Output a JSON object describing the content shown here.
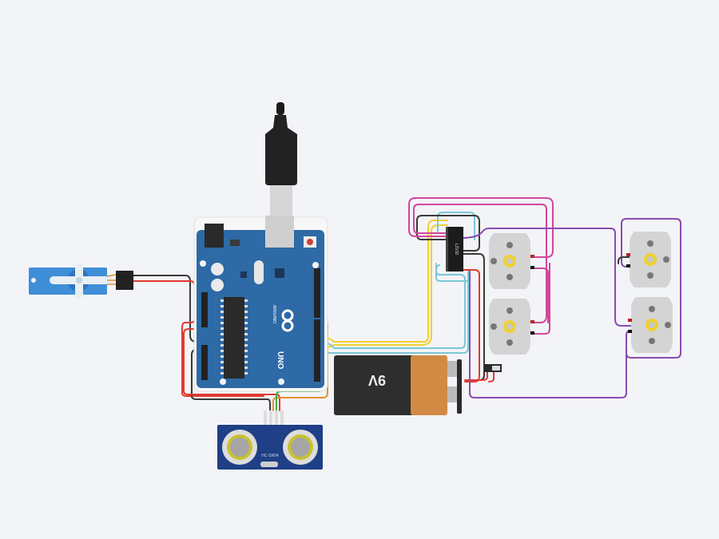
{
  "canvas": {
    "background": "#f3f4f7"
  },
  "components": {
    "arduino": {
      "name": "Arduino Uno R3",
      "model_label": "UNO",
      "brand_label": "ARDUINO",
      "color": "#2d6aa6"
    },
    "usb_cable": {
      "name": "USB cable"
    },
    "servo": {
      "name": "Micro Servo",
      "color": "#3f8ed8"
    },
    "ultrasonic": {
      "name": "Ultrasonic Distance Sensor",
      "label": "HC-SR04",
      "color": "#1f3f86"
    },
    "battery": {
      "name": "9V Battery",
      "label": "9V"
    },
    "motor_driver": {
      "name": "H-bridge Motor Driver",
      "label": "L293D"
    },
    "slide_switch": {
      "name": "Slide Switch"
    },
    "motors": [
      {
        "name": "DC Motor 1"
      },
      {
        "name": "DC Motor 2"
      },
      {
        "name": "DC Motor 3"
      },
      {
        "name": "DC Motor 4"
      }
    ]
  },
  "wire_colors": {
    "red": "#e03a2f",
    "black": "#3a3a3a",
    "orange": "#e8902a",
    "green": "#3fae49",
    "yellow": "#f1d030",
    "cyan": "#7cc6d8",
    "magenta": "#d3469b",
    "purple": "#8b4bb0"
  }
}
